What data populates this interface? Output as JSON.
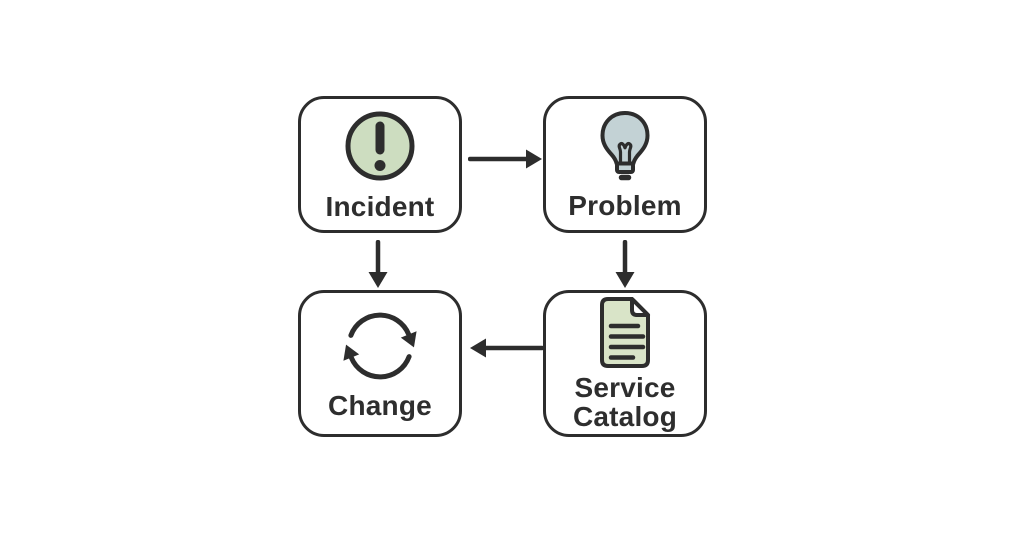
{
  "diagram": {
    "type": "flowchart",
    "nodes": [
      {
        "id": "incident",
        "label": "Incident",
        "icon": "alert-circle-icon"
      },
      {
        "id": "problem",
        "label": "Problem",
        "icon": "lightbulb-icon"
      },
      {
        "id": "change",
        "label": "Change",
        "icon": "cycle-arrows-icon"
      },
      {
        "id": "service-catalog",
        "label": "Service Catalog",
        "icon": "document-icon"
      }
    ],
    "edges": [
      {
        "from": "Incident",
        "to": "Problem",
        "direction": "right"
      },
      {
        "from": "Incident",
        "to": "Change",
        "direction": "down"
      },
      {
        "from": "Problem",
        "to": "Service Catalog",
        "direction": "down"
      },
      {
        "from": "Service Catalog",
        "to": "Change",
        "direction": "left"
      }
    ]
  },
  "colors": {
    "background": "#ffffff",
    "outline": "#2d2d2d",
    "text": "#2e2e2e",
    "incident_icon_fill": "#cdddc0",
    "problem_icon_fill": "#c3d2d5",
    "catalog_icon_fill": "#d9e4c8"
  }
}
